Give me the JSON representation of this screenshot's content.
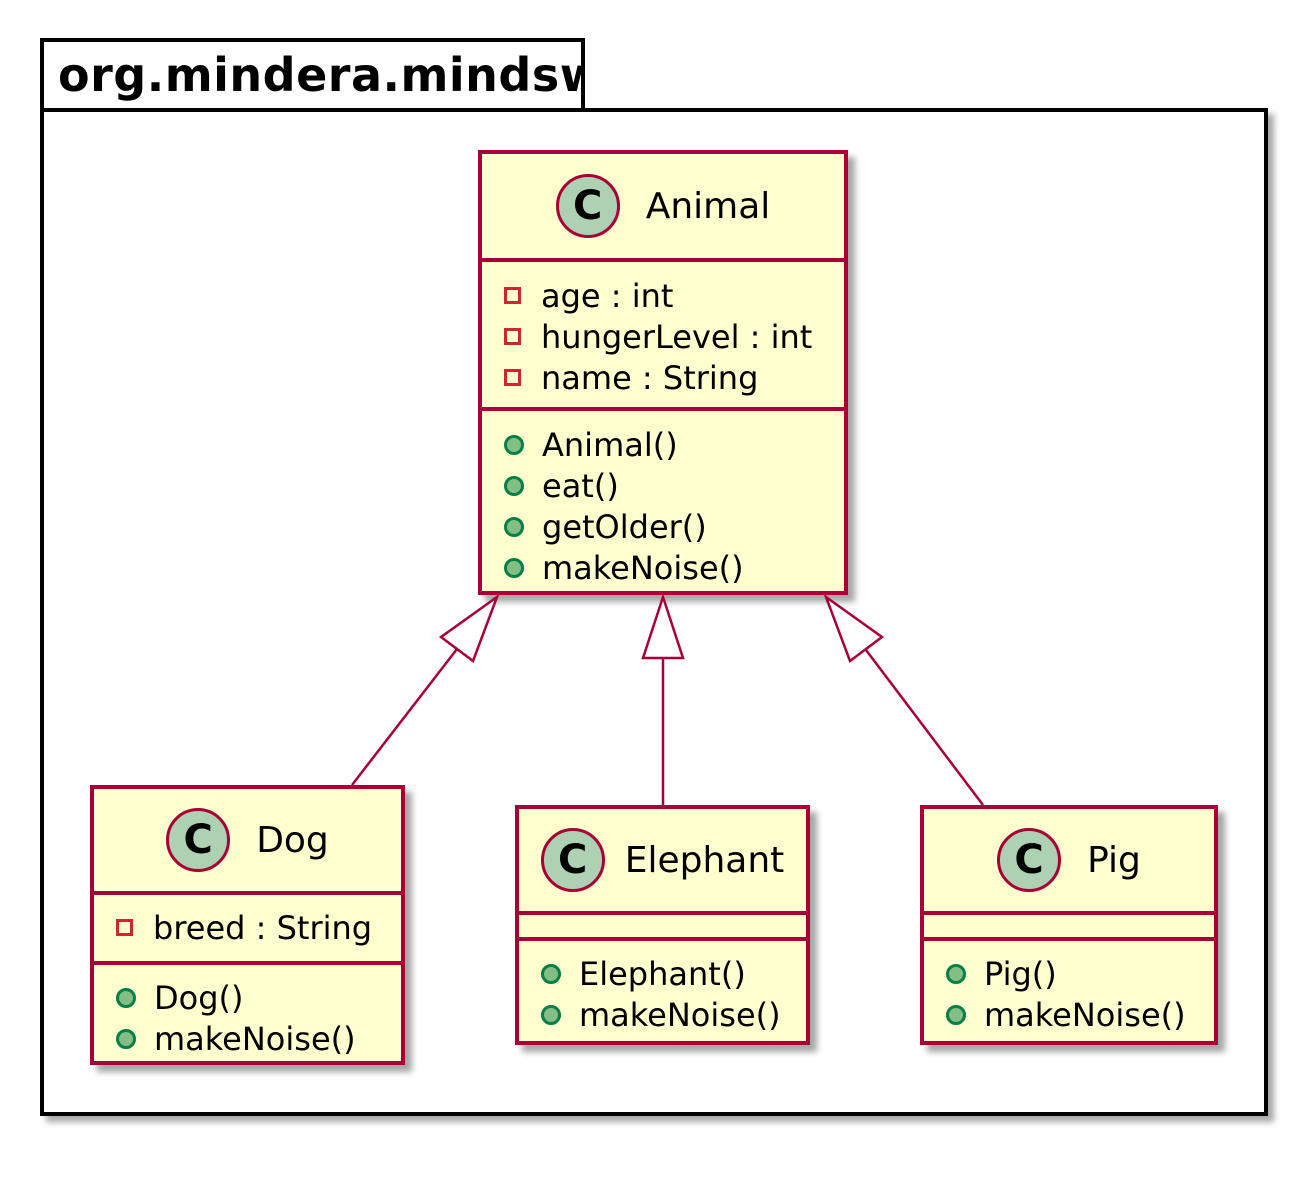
{
  "package": {
    "name": "org.mindera.mindswap"
  },
  "classes": {
    "animal": {
      "stereotype": "C",
      "name": "Animal",
      "attributes": [
        {
          "visibility": "private",
          "text": "age : int"
        },
        {
          "visibility": "private",
          "text": "hungerLevel : int"
        },
        {
          "visibility": "private",
          "text": "name : String"
        }
      ],
      "methods": [
        {
          "visibility": "public",
          "text": "Animal()"
        },
        {
          "visibility": "public",
          "text": "eat()"
        },
        {
          "visibility": "public",
          "text": "getOlder()"
        },
        {
          "visibility": "public",
          "text": "makeNoise()"
        }
      ]
    },
    "dog": {
      "stereotype": "C",
      "name": "Dog",
      "attributes": [
        {
          "visibility": "private",
          "text": "breed : String"
        }
      ],
      "methods": [
        {
          "visibility": "public",
          "text": "Dog()"
        },
        {
          "visibility": "public",
          "text": "makeNoise()"
        }
      ]
    },
    "elephant": {
      "stereotype": "C",
      "name": "Elephant",
      "attributes": [],
      "methods": [
        {
          "visibility": "public",
          "text": "Elephant()"
        },
        {
          "visibility": "public",
          "text": "makeNoise()"
        }
      ]
    },
    "pig": {
      "stereotype": "C",
      "name": "Pig",
      "attributes": [],
      "methods": [
        {
          "visibility": "public",
          "text": "Pig()"
        },
        {
          "visibility": "public",
          "text": "makeNoise()"
        }
      ]
    }
  },
  "relations": [
    {
      "type": "generalization",
      "from": "Dog",
      "to": "Animal"
    },
    {
      "type": "generalization",
      "from": "Elephant",
      "to": "Animal"
    },
    {
      "type": "generalization",
      "from": "Pig",
      "to": "Animal"
    }
  ],
  "colors": {
    "class_fill": "#fefece",
    "class_border": "#a80036",
    "stereotype_circle": "#add1b2",
    "private_marker": "#c82930",
    "public_marker_fill": "#84be84",
    "public_marker_border": "#038048",
    "package_border": "#000000"
  }
}
